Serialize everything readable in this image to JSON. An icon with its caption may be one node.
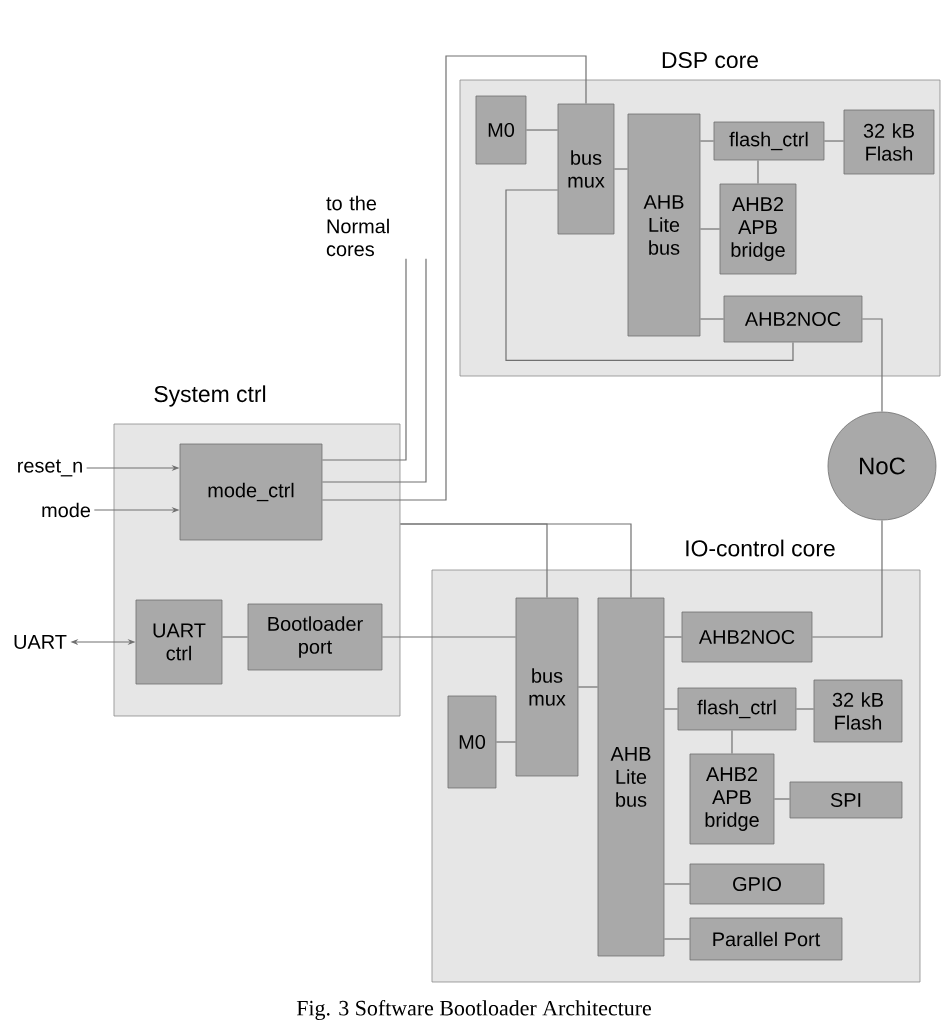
{
  "diagram": {
    "caption": "Fig. 3 Software Bootloader Architecture",
    "nodes": [
      {
        "text": [
          "DSP core"
        ]
      },
      {
        "text": [
          "M0"
        ],
        "in": 0
      },
      {
        "text": [
          "bus mux"
        ],
        "in": 0
      },
      {
        "text": [
          "AHB Lite bus"
        ],
        "in": 0
      },
      {
        "text": [
          "flash_ctrl"
        ],
        "in": 0
      },
      {
        "text": [
          "32 kB Flash"
        ],
        "in": 0
      },
      {
        "text": [
          "AHB2 APB bridge"
        ],
        "in": 0
      },
      {
        "text": [
          "AHB2NOC"
        ],
        "in": 0
      },
      {
        "text": [
          "to the Normal cores"
        ]
      },
      {
        "text": [
          "System ctrl"
        ]
      },
      {
        "text": [
          "reset_n"
        ]
      },
      {
        "text": [
          "mode"
        ]
      },
      {
        "text": [
          "mode_ctrl"
        ],
        "in": 9
      },
      {
        "text": [
          "UART"
        ]
      },
      {
        "text": [
          "UART ctrl"
        ],
        "in": 9
      },
      {
        "text": [
          "Bootloader port"
        ],
        "in": 9
      },
      {
        "text": [
          "NoC"
        ]
      },
      {
        "text": [
          "IO-control core"
        ]
      },
      {
        "text": [
          "AHB2NOC"
        ],
        "in": 17
      },
      {
        "text": [
          "bus mux"
        ],
        "in": 17
      },
      {
        "text": [
          "flash_ctrl"
        ],
        "in": 17
      },
      {
        "text": [
          "32 kB Flash"
        ],
        "in": 17
      },
      {
        "text": [
          "M0"
        ],
        "in": 17
      },
      {
        "text": [
          "AHB Lite bus"
        ],
        "in": 17
      },
      {
        "text": [
          "AHB2 APB bridge"
        ],
        "in": 17
      },
      {
        "text": [
          "SPI"
        ],
        "in": 17
      },
      {
        "text": [
          "GPIO"
        ],
        "in": 17
      },
      {
        "text": [
          "Parallel Port"
        ],
        "in": 17
      }
    ],
    "edges": [
      {
        "from": 1,
        "to": 2,
        "arrow": "none"
      },
      {
        "from": 2,
        "to": 3,
        "arrow": "none"
      },
      {
        "from": 3,
        "to": 4,
        "arrow": "none"
      },
      {
        "from": 4,
        "to": 5,
        "arrow": "none"
      },
      {
        "from": 4,
        "to": 6,
        "arrow": "none"
      },
      {
        "from": 3,
        "to": 6,
        "arrow": "none"
      },
      {
        "from": 3,
        "to": 7,
        "arrow": "none"
      },
      {
        "from": 7,
        "to": 2,
        "arrow": "none"
      },
      {
        "from": 7,
        "to": 16,
        "arrow": "none"
      },
      {
        "from": 12,
        "to": 8,
        "arrow": "none"
      },
      {
        "from": 12,
        "to": 8,
        "arrow": "none"
      },
      {
        "from": 12,
        "to": 2,
        "arrow": "none"
      },
      {
        "from": 10,
        "to": 12,
        "arrow": "to"
      },
      {
        "from": 11,
        "to": 12,
        "arrow": "to"
      },
      {
        "from": 13,
        "to": 14,
        "arrow": "both"
      },
      {
        "from": 14,
        "to": 15,
        "arrow": "none"
      },
      {
        "from": 15,
        "to": 19,
        "arrow": "none"
      },
      {
        "from": 9,
        "to": 19,
        "arrow": "none"
      },
      {
        "from": 9,
        "to": 23,
        "arrow": "none"
      },
      {
        "from": 18,
        "to": 16,
        "arrow": "none"
      },
      {
        "from": 22,
        "to": 19,
        "arrow": "none"
      },
      {
        "from": 19,
        "to": 23,
        "arrow": "none"
      },
      {
        "from": 23,
        "to": 18,
        "arrow": "none"
      },
      {
        "from": 23,
        "to": 20,
        "arrow": "none"
      },
      {
        "from": 20,
        "to": 21,
        "arrow": "none"
      },
      {
        "from": 20,
        "to": 24,
        "arrow": "none"
      },
      {
        "from": 24,
        "to": 25,
        "arrow": "none"
      },
      {
        "from": 23,
        "to": 26,
        "arrow": "none"
      },
      {
        "from": 23,
        "to": 27,
        "arrow": "none"
      }
    ]
  }
}
